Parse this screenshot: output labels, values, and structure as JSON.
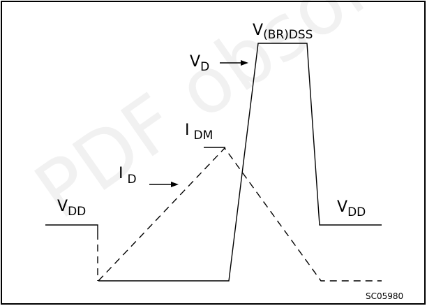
{
  "diagram": {
    "labels": {
      "vbr_main": "V",
      "vbr_sub": "(BR)DSS",
      "vd_main": "V",
      "vd_sub": "D",
      "idm_main": "I",
      "idm_sub": "DM",
      "id_main": "I",
      "id_sub": "D",
      "vdd_left_main": "V",
      "vdd_left_sub": "DD",
      "vdd_right_main": "V",
      "vdd_right_sub": "DD",
      "figure_code": "SC05980"
    },
    "watermark": "PDF obsolete",
    "colors": {
      "stroke": "#000000",
      "background": "#ffffff"
    }
  }
}
